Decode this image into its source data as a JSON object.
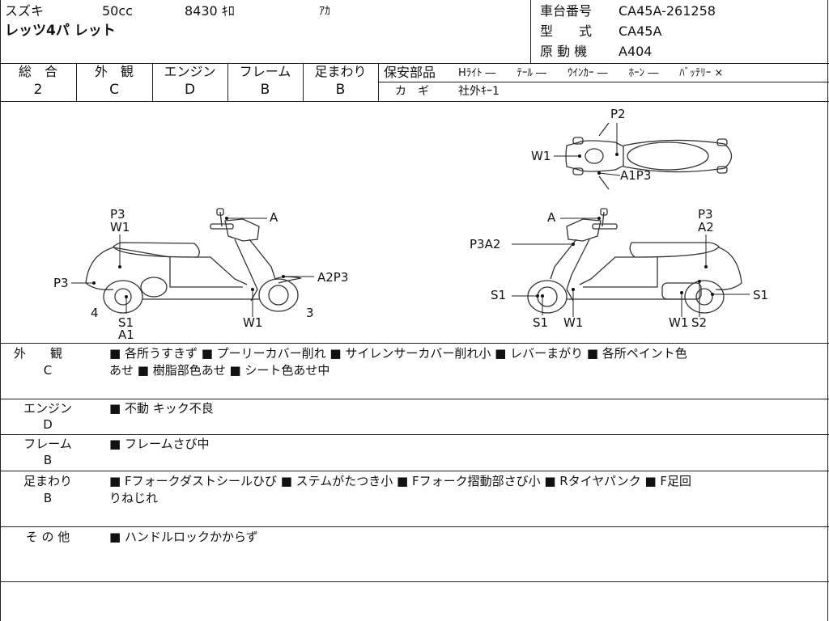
{
  "header": {
    "maker": "スズキ",
    "displacement": "50cc",
    "mileage": "8430 ｷﾛ",
    "color": "ｱｶ",
    "model_name": "レッツ4パ レット",
    "chassis_label": "車台番号",
    "chassis_value": "CA45A-261258",
    "type_label": "型　　式",
    "type_value": "CA45A",
    "engine_label": "原 動 機",
    "engine_value": "A404"
  },
  "grades": [
    {
      "label": "総　合",
      "value": "2"
    },
    {
      "label": "外　観",
      "value": "C"
    },
    {
      "label": "エンジン",
      "value": "D"
    },
    {
      "label": "フレーム",
      "value": "B"
    },
    {
      "label": "足まわり",
      "value": "B"
    }
  ],
  "safety": {
    "label": "保安部品",
    "items": "Hﾗｲﾄ ―　　ﾃｰﾙ ―　　ｳｲﾝｶｰ ―　　ﾎｰﾝ ―　　ﾊﾞｯﾃﾘｰ ×",
    "key_label": "カ　ギ",
    "key_value": "社外ｷｰ1"
  },
  "diagram": {
    "labels": {
      "top_p2": "P2",
      "top_w1": "W1",
      "top_a1p3": "A1P3",
      "l_a": "A",
      "l_p3": "P3",
      "l_w1": "W1",
      "l_p3b": "P3",
      "l_a2p3": "A2P3",
      "l_4": "4",
      "l_s1": "S1",
      "l_a1": "A1",
      "l_w1b": "W1",
      "l_3": "3",
      "r_a": "A",
      "r_p3": "P3",
      "r_a2": "A2",
      "r_p3a2": "P3A2",
      "r_s1a": "S1",
      "r_s1b": "S1",
      "r_s1c": "S1",
      "r_w1a": "W1",
      "r_w1b": "W1",
      "r_s2": "S2"
    }
  },
  "notes": [
    {
      "label": "外　　観",
      "grade": "C",
      "line1": "■ 各所うすきず ■ プーリーカバー削れ ■ サイレンサーカバー削れ小 ■ レバーまがり ■ 各所ペイント色",
      "line2": "あせ ■ 樹脂部色あせ ■ シート色あせ中"
    },
    {
      "label": "エンジン",
      "grade": "D",
      "line1": "■ 不動 キック不良",
      "line2": ""
    },
    {
      "label": "フレーム",
      "grade": "B",
      "line1": "■ フレームさび中",
      "line2": ""
    },
    {
      "label": "足まわり",
      "grade": "B",
      "line1": "■ Fフォークダストシールひび ■ ステムがたつき小 ■ Fフォーク摺動部さび小 ■ Rタイヤパンク ■ F足回",
      "line2": "りねじれ"
    },
    {
      "label": "そ の 他",
      "grade": "",
      "line1": "■ ハンドルロックかからず",
      "line2": ""
    }
  ]
}
